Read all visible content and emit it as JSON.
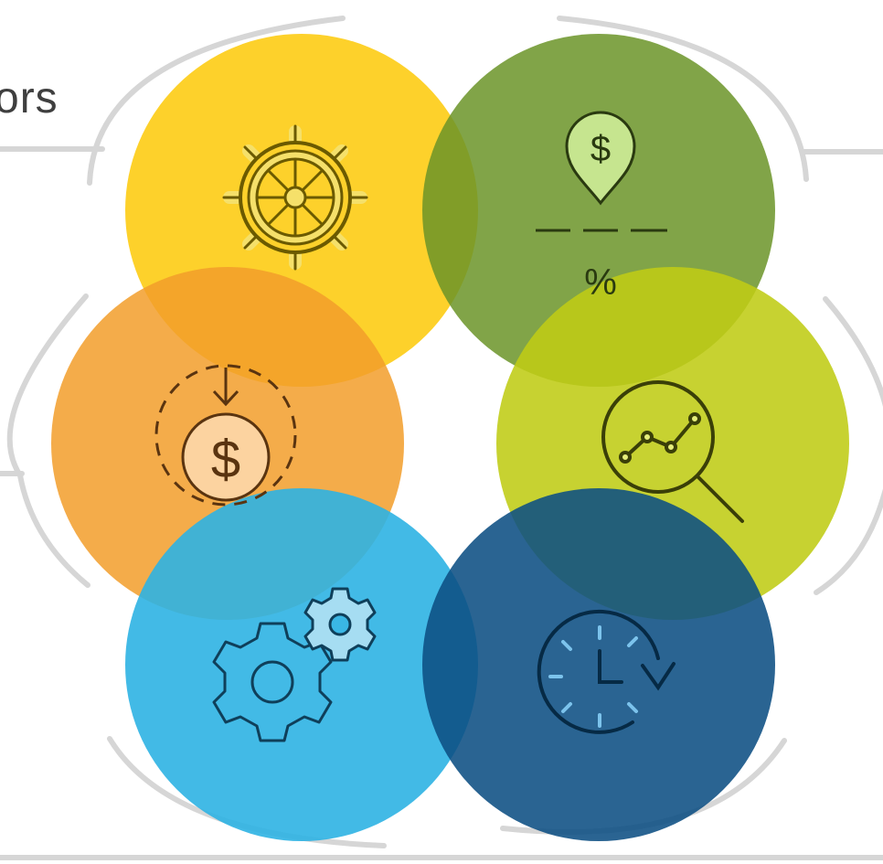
{
  "heading": "ors",
  "colors": {
    "background": "#ffffff",
    "arc_gray": "#d6d6d6",
    "heading_text": "#3f3f3f",
    "yellow_circle": "#fdd12b",
    "green_circle": "#7a9e33",
    "orange_circle": "#f29d2a",
    "lime_circle": "#c2cf1d",
    "light_blue_circle": "#3ab7e5",
    "dark_blue_circle": "#1a5a8a"
  },
  "nodes": [
    {
      "id": "yellow",
      "icon": "ship-wheel-icon"
    },
    {
      "id": "green",
      "icon": "money-pin-percent-icon",
      "icon_text": "%"
    },
    {
      "id": "orange",
      "icon": "dollar-coin-down-arrow-icon"
    },
    {
      "id": "lime",
      "icon": "magnifier-trend-chart-icon"
    },
    {
      "id": "light-blue",
      "icon": "gears-icon"
    },
    {
      "id": "dark-blue",
      "icon": "clock-refresh-icon"
    }
  ]
}
